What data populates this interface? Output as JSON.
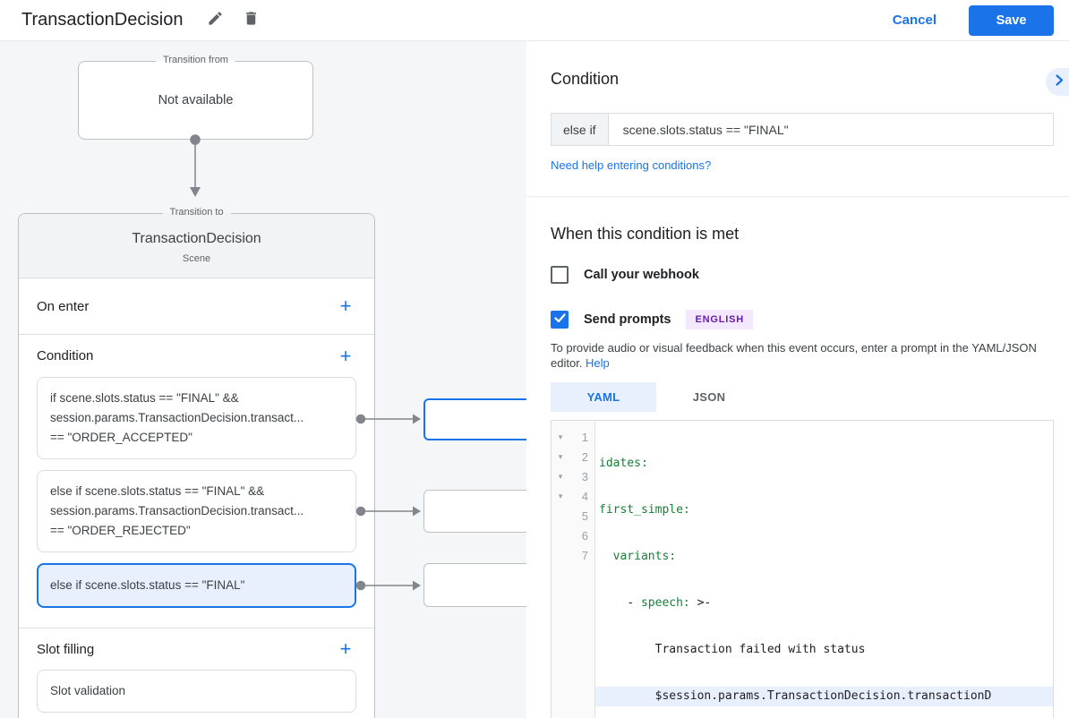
{
  "header": {
    "title": "TransactionDecision",
    "cancel_label": "Cancel",
    "save_label": "Save"
  },
  "diagram": {
    "transition_from": {
      "legend": "Transition from",
      "content": "Not available"
    },
    "transition_to": {
      "legend": "Transition to",
      "scene_name": "TransactionDecision",
      "scene_type": "Scene",
      "on_enter_label": "On enter",
      "condition_label": "Condition",
      "conditions": [
        {
          "line1": "if scene.slots.status == \"FINAL\" &&",
          "line2": "session.params.TransactionDecision.transact...",
          "line3": "== \"ORDER_ACCEPTED\""
        },
        {
          "line1": "else if scene.slots.status == \"FINAL\" &&",
          "line2": "session.params.TransactionDecision.transact...",
          "line3": "== \"ORDER_REJECTED\""
        },
        {
          "line1": "else if scene.slots.status == \"FINAL\""
        }
      ],
      "slot_filling_label": "Slot filling",
      "slot_validation_label": "Slot validation"
    }
  },
  "panel": {
    "condition_heading": "Condition",
    "else_if_label": "else if",
    "condition_value": "scene.slots.status == \"FINAL\"",
    "help_link": "Need help entering conditions?",
    "when_heading": "When this condition is met",
    "webhook_label": "Call your webhook",
    "send_prompts_label": "Send prompts",
    "language_badge": "ENGLISH",
    "feedback_text": "To provide audio or visual feedback when this event occurs, enter a prompt in the YAML/JSON editor.",
    "feedback_help_link": "Help",
    "tabs": {
      "yaml": "YAML",
      "json": "JSON"
    },
    "editor": {
      "lines": [
        {
          "fold": "▾",
          "num": "1",
          "pre": "",
          "key": "idates:",
          "post": ""
        },
        {
          "fold": "▾",
          "num": "2",
          "pre": "",
          "key": "first_simple:",
          "post": ""
        },
        {
          "fold": "▾",
          "num": "3",
          "pre": "  ",
          "key": "variants:",
          "post": ""
        },
        {
          "fold": "▾",
          "num": "4",
          "pre": "    - ",
          "key": "speech:",
          "post": " >-"
        },
        {
          "fold": "",
          "num": "5",
          "pre": "        Transaction failed with status",
          "key": "",
          "post": ""
        },
        {
          "fold": "",
          "num": "6",
          "pre": "        $session.params.TransactionDecision.transactionD",
          "key": "",
          "post": ""
        },
        {
          "fold": "",
          "num": "7",
          "pre": "",
          "key": "",
          "post": ""
        }
      ]
    }
  },
  "colors": {
    "accent_blue": "#1a73e8",
    "selection_bg": "#e8f0fe",
    "code_key_green": "#188038",
    "badge_bg": "#f3e8fd",
    "badge_text": "#681da8",
    "diagram_bg": "#f5f6f8"
  }
}
